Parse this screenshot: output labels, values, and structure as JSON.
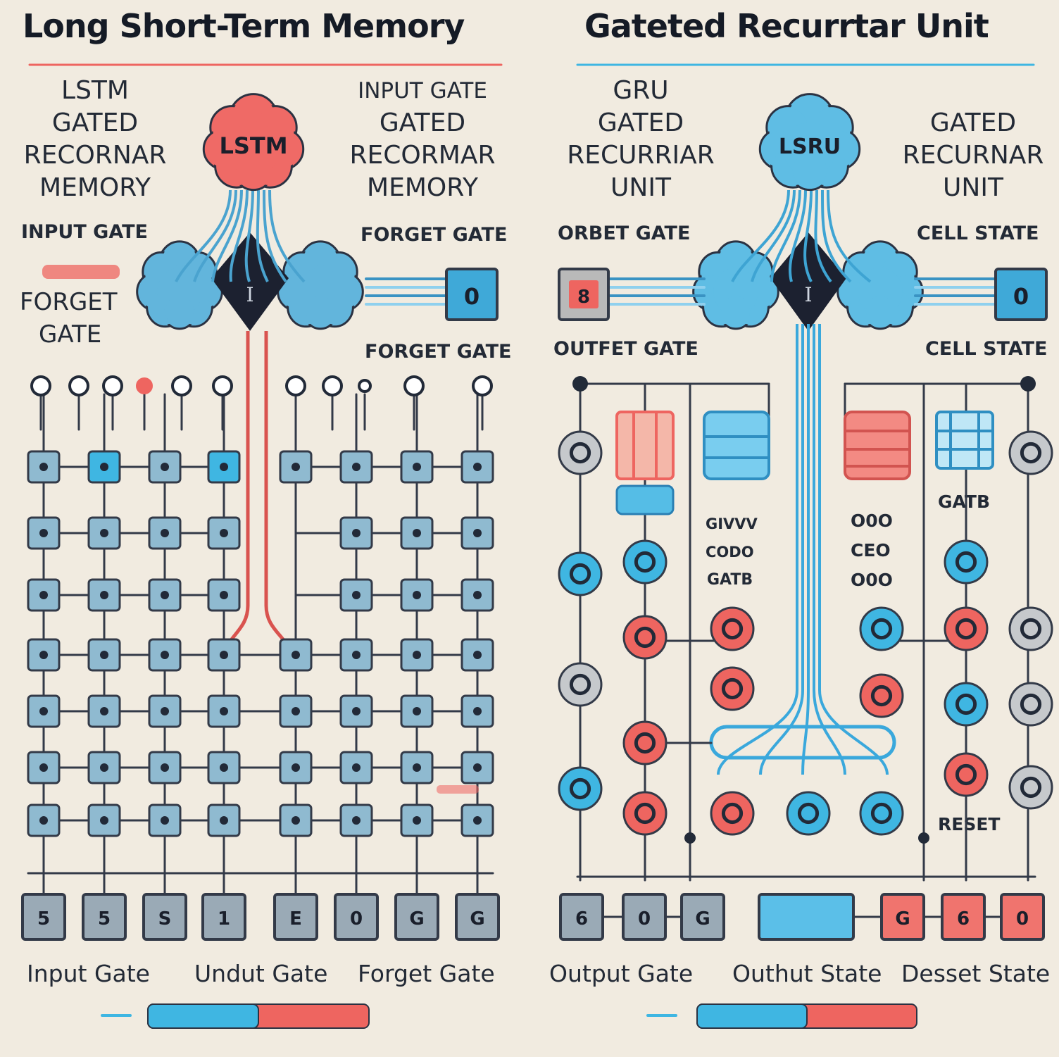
{
  "colors": {
    "background": "#f1ebe0",
    "blue": "#3fb6e2",
    "red": "#ee6560",
    "dark": "#333a48",
    "brain_blue": "#5fbde4",
    "brain_red": "#ef6a66"
  },
  "lstm_panel": {
    "title": "Long Short-Term Memory",
    "brain_label": "LSTM",
    "left_stack": [
      "LSTM",
      "GATED",
      "RECORNAR",
      "MEMORY"
    ],
    "right_stack": [
      "INPUT GATE",
      "GATED",
      "RECORMAR",
      "MEMORY"
    ],
    "side_labels": {
      "input_gate": "INPUT GATE",
      "forget_gate": [
        "FORGET",
        "GATE"
      ],
      "forget_gate_top": "FORGET GATE",
      "forget_gate_mid": "FORGET GATE"
    },
    "output_box_label": "0",
    "bottom_cells": [
      "5",
      "5",
      "S",
      "1",
      "E",
      "0",
      "G",
      "G"
    ],
    "bottom_labels": [
      "Input Gate",
      "Undut Gate",
      "Forget Gate"
    ],
    "progress_fraction_blue": 0.5
  },
  "gru_panel": {
    "title": "Gateted Recurrtar Unit",
    "brain_label": "LSRU",
    "left_stack": [
      "GRU",
      "GATED",
      "RECURRIAR",
      "UNIT"
    ],
    "right_stack": [
      "GATED",
      "RECURNAR",
      "UNIT"
    ],
    "side_labels": {
      "orbet_gate": "ORBET GATE",
      "cell_state_top": "CELL STATE",
      "outfet_gate": "OUTFET GATE",
      "cell_state_mid": "CELL STATE"
    },
    "input_box_label": "8",
    "output_box_label": "0",
    "inner_labels": {
      "gatb_right": "GATB",
      "gatb_left": "GATB",
      "codes_left": [
        "GIVVV",
        "CODO"
      ],
      "codes_right": [
        "O0O",
        "CEO",
        "O0O"
      ],
      "reset": "RESET"
    },
    "bottom_cells": [
      "6",
      "0",
      "G",
      "",
      "",
      "G",
      "6",
      "0"
    ],
    "bottom_labels": [
      "Output Gate",
      "Outhut State",
      "Desset State"
    ],
    "progress_fraction_blue": 0.5
  }
}
